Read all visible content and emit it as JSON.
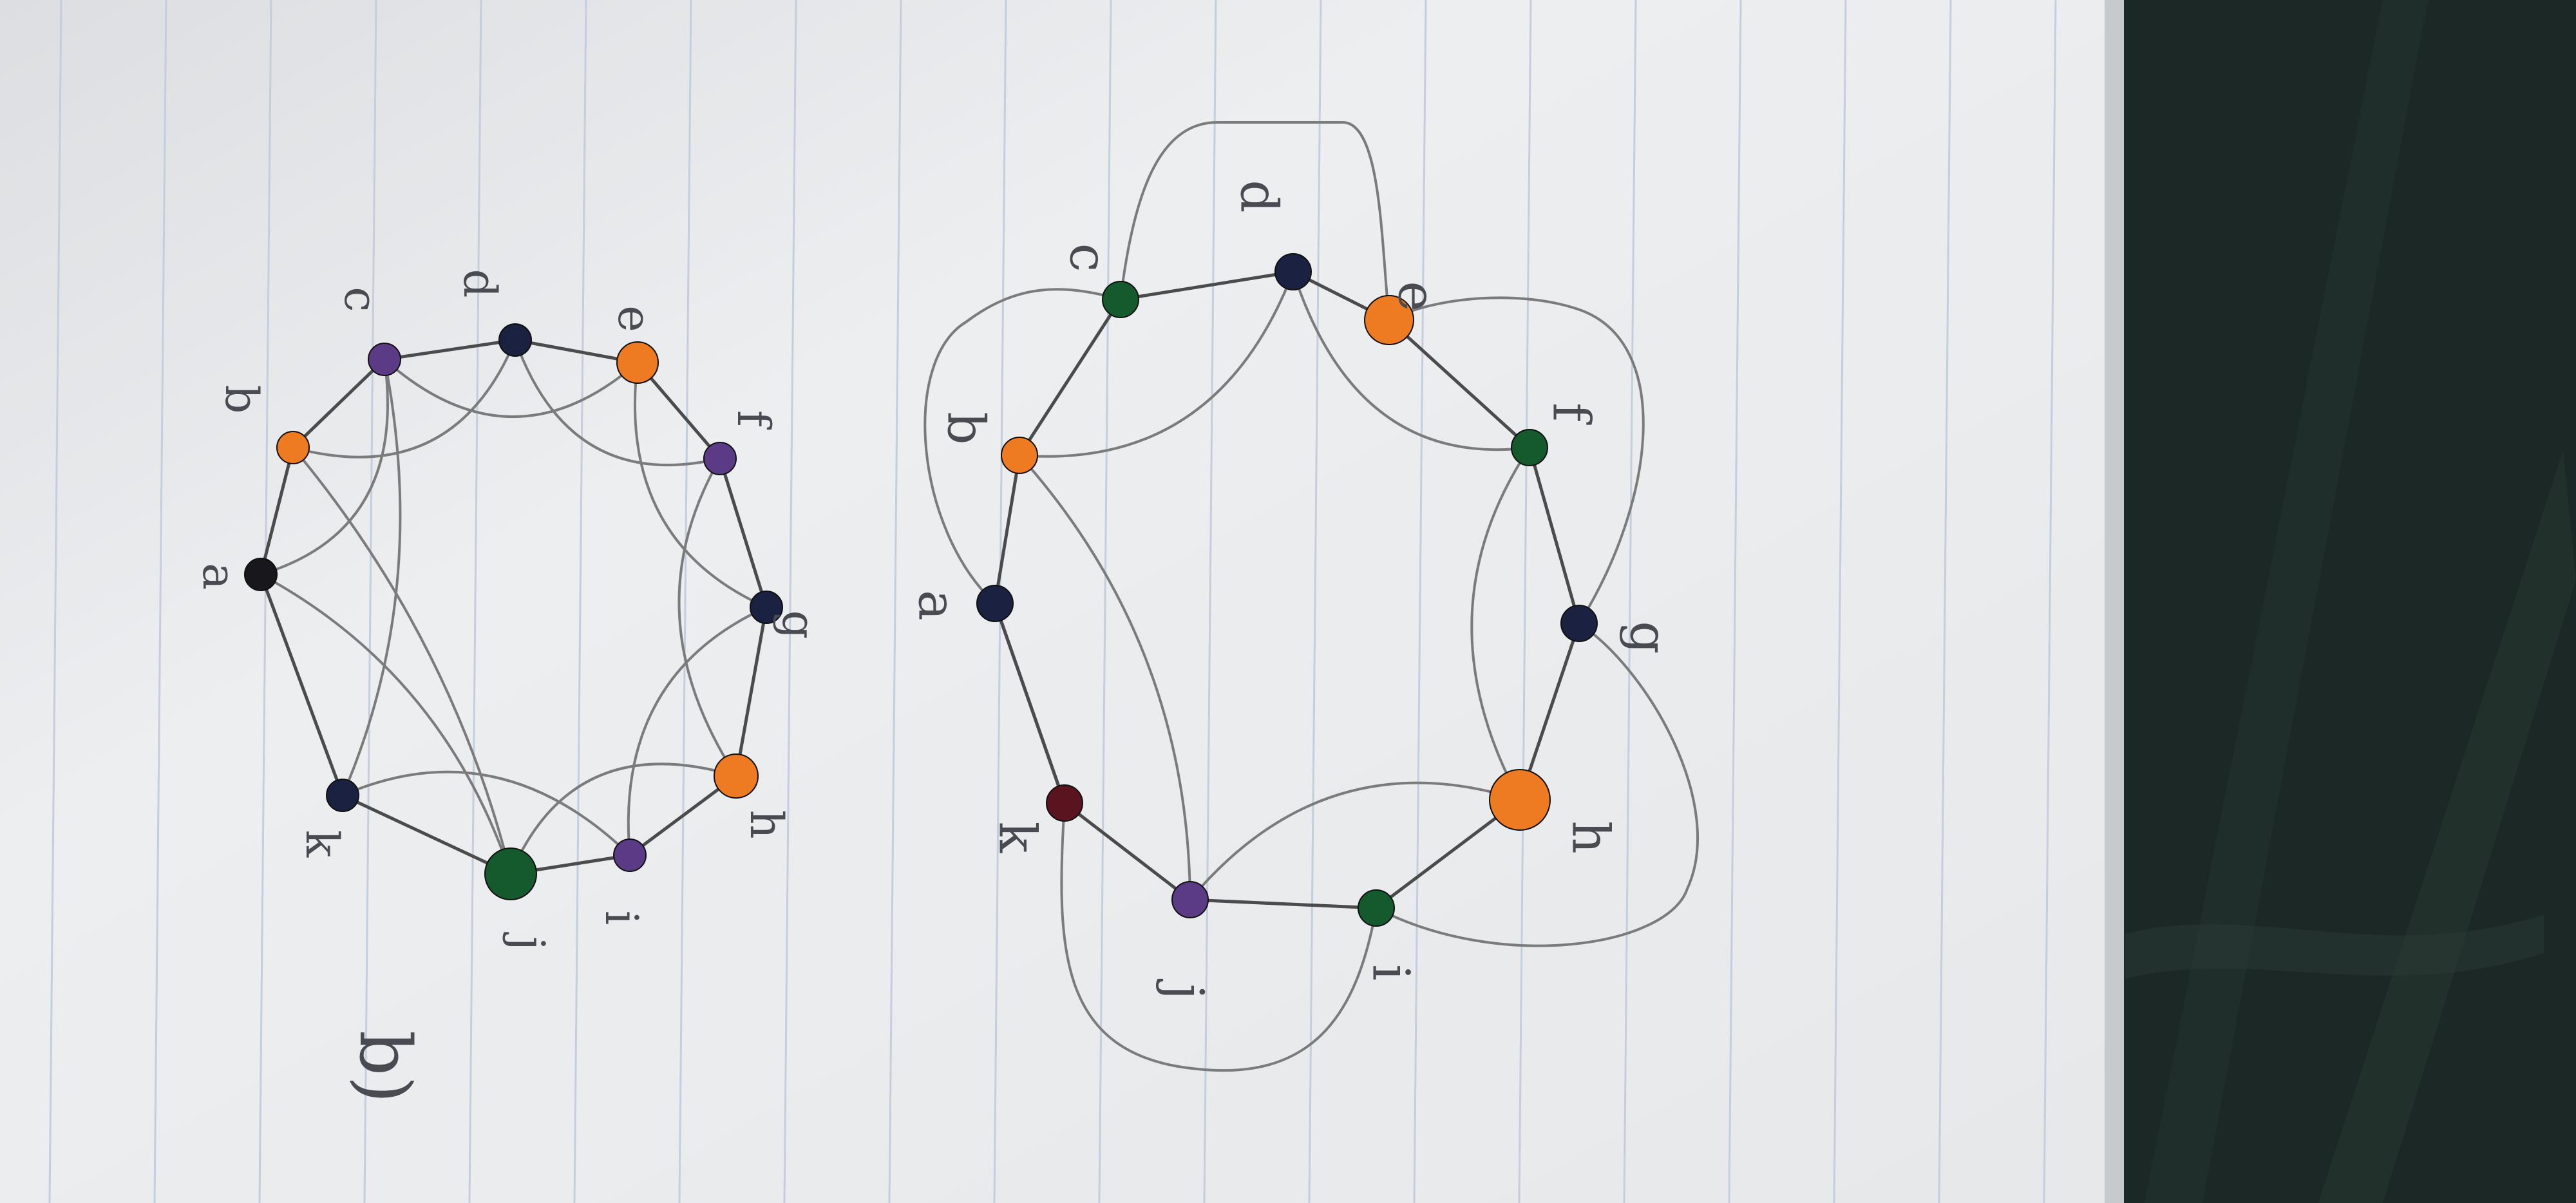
{
  "colors": {
    "paper": "#e3e5e8",
    "rule_line": "#c3cfdd",
    "pencil": "#4b4b4b",
    "pencil_light": "#7b7b7b",
    "ink": "#5a5a60",
    "background": "#1c2826",
    "node_black": "#17171c",
    "node_navy": "#1b2140",
    "node_purple": "#5b3b86",
    "node_orange": "#ee7a22",
    "node_green": "#145a2c",
    "node_maroon": "#5a1420"
  },
  "graphs": [
    {
      "caption": "b)",
      "nodes": [
        {
          "id": "a",
          "label": "a",
          "color": "node_black"
        },
        {
          "id": "b",
          "label": "b",
          "color": "node_orange"
        },
        {
          "id": "c",
          "label": "c",
          "color": "node_purple"
        },
        {
          "id": "d",
          "label": "d",
          "color": "node_navy"
        },
        {
          "id": "e",
          "label": "e",
          "color": "node_orange"
        },
        {
          "id": "f",
          "label": "f",
          "color": "node_purple"
        },
        {
          "id": "g",
          "label": "g",
          "color": "node_navy"
        },
        {
          "id": "h",
          "label": "h",
          "color": "node_orange"
        },
        {
          "id": "i",
          "label": "i",
          "color": "node_purple"
        },
        {
          "id": "j",
          "label": "j",
          "color": "node_green"
        },
        {
          "id": "k",
          "label": "k",
          "color": "node_navy"
        }
      ],
      "edges": [
        [
          "a",
          "b"
        ],
        [
          "b",
          "c"
        ],
        [
          "c",
          "d"
        ],
        [
          "d",
          "e"
        ],
        [
          "e",
          "f"
        ],
        [
          "f",
          "g"
        ],
        [
          "g",
          "h"
        ],
        [
          "h",
          "i"
        ],
        [
          "i",
          "j"
        ],
        [
          "j",
          "k"
        ],
        [
          "k",
          "a"
        ],
        [
          "a",
          "c"
        ],
        [
          "b",
          "d"
        ],
        [
          "c",
          "e"
        ],
        [
          "d",
          "f"
        ],
        [
          "e",
          "g"
        ],
        [
          "f",
          "h"
        ],
        [
          "g",
          "i"
        ],
        [
          "h",
          "j"
        ],
        [
          "i",
          "k"
        ],
        [
          "j",
          "b"
        ],
        [
          "k",
          "c"
        ],
        [
          "a",
          "j"
        ]
      ]
    },
    {
      "caption": "",
      "nodes": [
        {
          "id": "a",
          "label": "a",
          "color": "node_navy"
        },
        {
          "id": "b",
          "label": "b",
          "color": "node_orange"
        },
        {
          "id": "c",
          "label": "c",
          "color": "node_green"
        },
        {
          "id": "d",
          "label": "d",
          "color": "node_navy"
        },
        {
          "id": "e",
          "label": "e",
          "color": "node_orange"
        },
        {
          "id": "f",
          "label": "f",
          "color": "node_green"
        },
        {
          "id": "g",
          "label": "g",
          "color": "node_navy"
        },
        {
          "id": "h",
          "label": "h",
          "color": "node_orange"
        },
        {
          "id": "i",
          "label": "i",
          "color": "node_green"
        },
        {
          "id": "j",
          "label": "j",
          "color": "node_purple"
        },
        {
          "id": "k",
          "label": "k",
          "color": "node_maroon"
        }
      ],
      "edges": [
        [
          "a",
          "b"
        ],
        [
          "b",
          "c"
        ],
        [
          "c",
          "d"
        ],
        [
          "d",
          "e"
        ],
        [
          "e",
          "f"
        ],
        [
          "f",
          "g"
        ],
        [
          "g",
          "h"
        ],
        [
          "h",
          "i"
        ],
        [
          "i",
          "j"
        ],
        [
          "j",
          "k"
        ],
        [
          "k",
          "a"
        ],
        [
          "c",
          "e"
        ],
        [
          "e",
          "g"
        ],
        [
          "g",
          "i"
        ],
        [
          "i",
          "k"
        ],
        [
          "k",
          "a"
        ],
        [
          "a",
          "c"
        ],
        [
          "b",
          "d"
        ],
        [
          "d",
          "f"
        ],
        [
          "f",
          "h"
        ],
        [
          "h",
          "j"
        ],
        [
          "j",
          "b"
        ]
      ]
    }
  ]
}
